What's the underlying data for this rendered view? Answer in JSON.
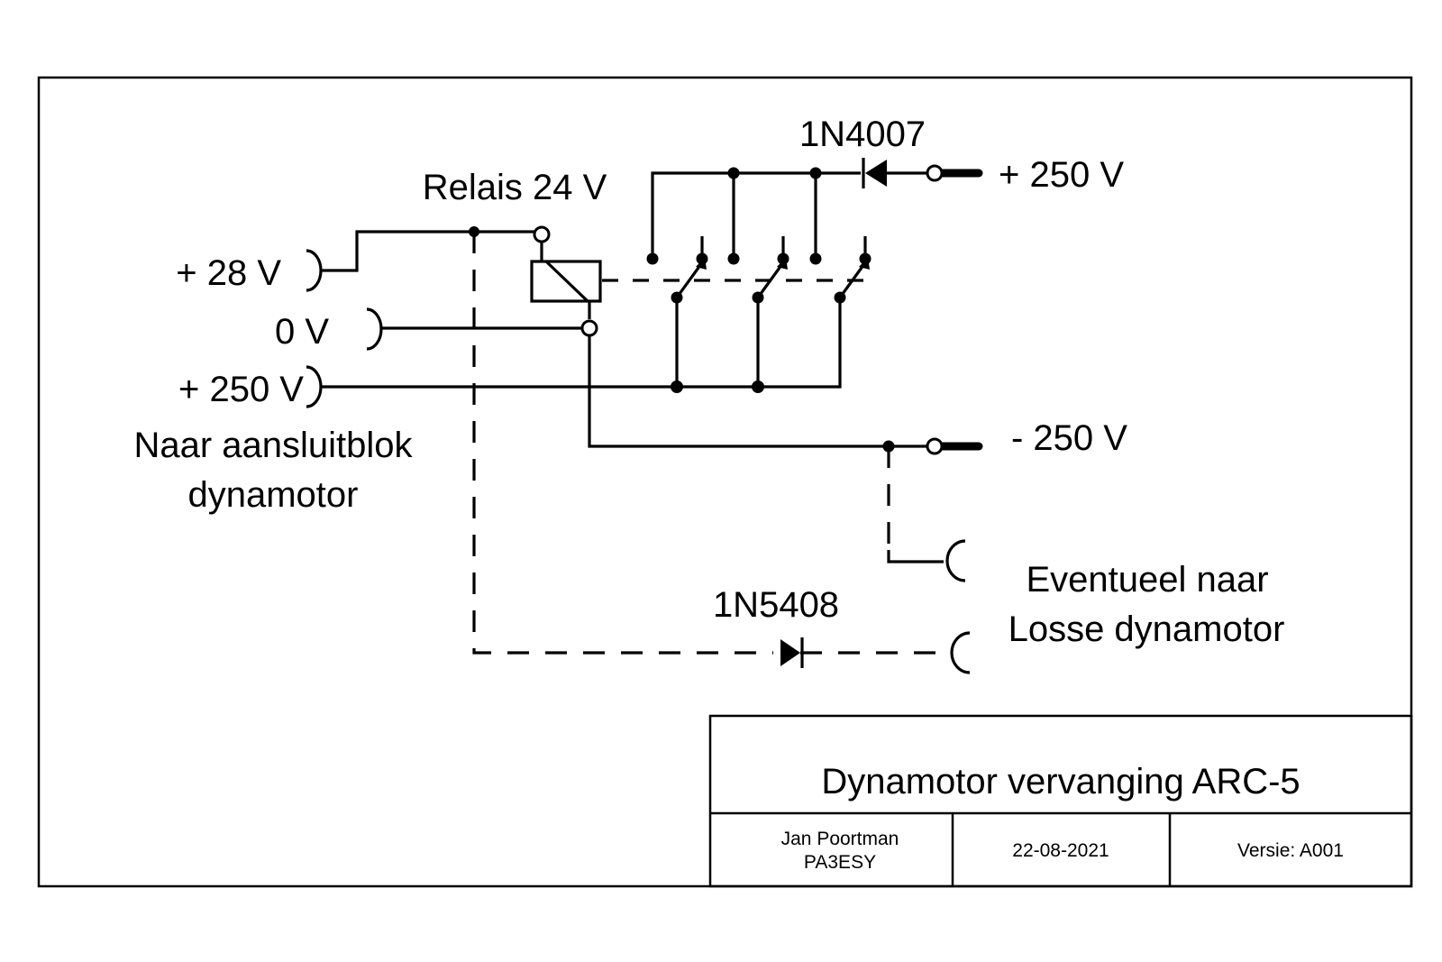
{
  "schematic": {
    "relay_label": "Relais 24 V",
    "diode_top_label": "1N4007",
    "diode_bottom_label": "1N5408",
    "terminal_plus28": "+ 28 V",
    "terminal_0v": "0 V",
    "terminal_plus250_left": "+ 250 V",
    "left_note_line1": "Naar aansluitblok",
    "left_note_line2": "dynamotor",
    "output_plus250": "+ 250 V",
    "output_minus250": "- 250 V",
    "right_note_line1": "Eventueel naar",
    "right_note_line2": "Losse dynamotor"
  },
  "title_block": {
    "title": "Dynamotor vervanging ARC-5",
    "author_line1": "Jan Poortman",
    "author_line2": "PA3ESY",
    "date": "22-08-2021",
    "version": "Versie:  A001"
  }
}
